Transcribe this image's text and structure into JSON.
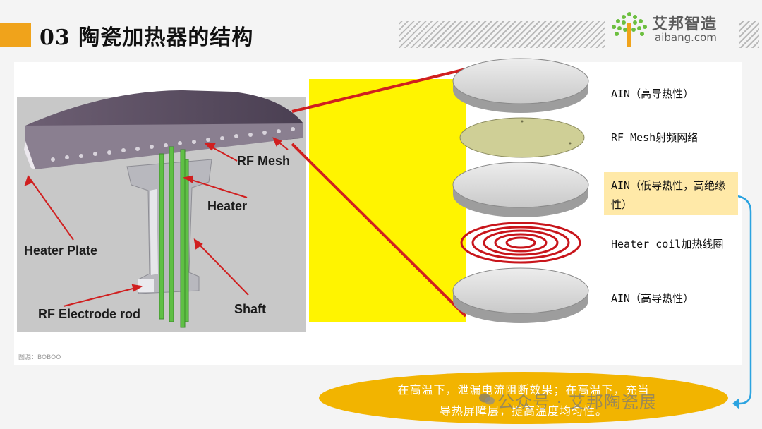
{
  "header": {
    "title": "03 陶瓷加热器的结构",
    "logo_cn": "艾邦智造",
    "logo_en": "aibang.com",
    "accent_color": "#f0a31b"
  },
  "photo": {
    "callouts": {
      "rf_mesh": "RF Mesh",
      "heater": "Heater",
      "heater_plate": "Heater Plate",
      "shaft": "Shaft",
      "rf_electrode_rod": "RF Electrode rod"
    },
    "source": "图源：BOBOO"
  },
  "layers": [
    {
      "label": "AIN（高导热性）"
    },
    {
      "label": "RF Mesh射频网络"
    },
    {
      "label": "AIN（低导热性，高绝缘性）",
      "highlighted": true
    },
    {
      "label": "Heater coil加热线圈"
    },
    {
      "label": "AIN（高导热性）"
    }
  ],
  "note": {
    "line1": "在高温下，泄漏电流阻断效果；在高温下，充当",
    "line2": "导热屏障层，提高温度均匀性。",
    "color": "#f2b400"
  },
  "watermark": "公众号 · 艾邦陶瓷展"
}
